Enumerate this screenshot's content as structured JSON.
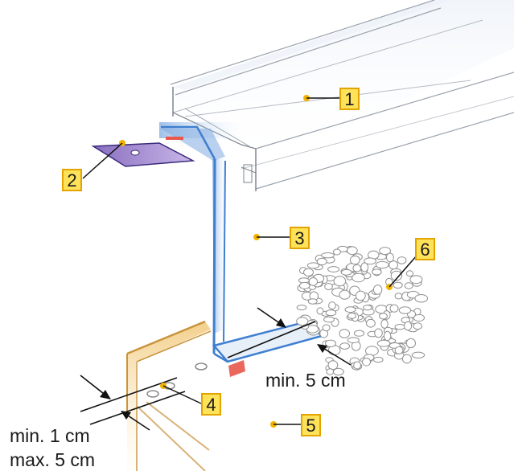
{
  "callouts": [
    {
      "id": "1",
      "label": "1"
    },
    {
      "id": "2",
      "label": "2"
    },
    {
      "id": "3",
      "label": "3"
    },
    {
      "id": "4",
      "label": "4"
    },
    {
      "id": "5",
      "label": "5"
    },
    {
      "id": "6",
      "label": "6"
    }
  ],
  "dimensions": {
    "gravel_gap": "min. 5 cm",
    "wall_gap_min": "min. 1 cm",
    "wall_gap_max": "max. 5 cm"
  },
  "colors": {
    "callout_fill": "#fde25a",
    "callout_border": "#e3a400",
    "marker_dot": "#f2b200",
    "profile_blue": "#3f7fd0",
    "profile_fill": "#dfeaf8",
    "accent_red": "#e8574a",
    "wall_ochre": "#e3b968",
    "line_gray": "#8a8a8a"
  }
}
